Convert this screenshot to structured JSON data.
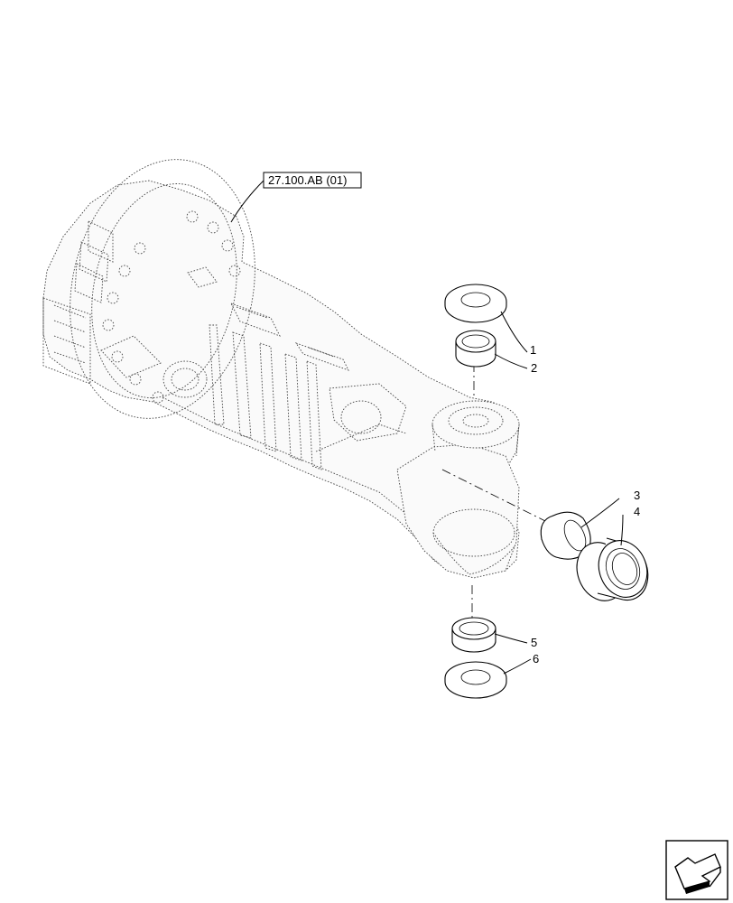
{
  "reference_label": "27.100.AB (01)",
  "parts": [
    {
      "number": "1"
    },
    {
      "number": "2"
    },
    {
      "number": "3"
    },
    {
      "number": "4"
    },
    {
      "number": "5"
    },
    {
      "number": "6"
    }
  ],
  "nav_icon": "next-page-arrow-icon"
}
